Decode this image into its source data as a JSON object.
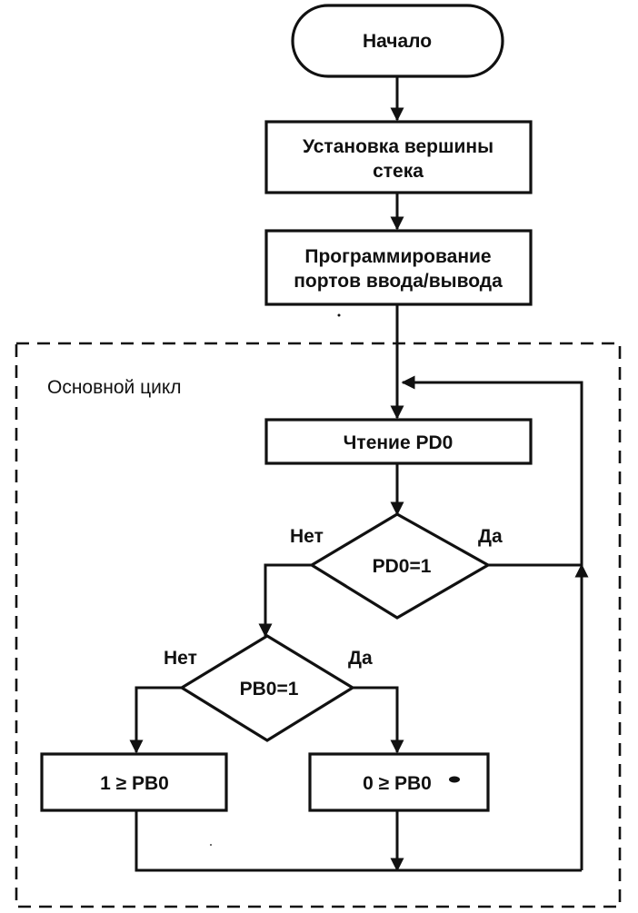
{
  "flowchart": {
    "start": "Начало",
    "init_stack": [
      "Установка вершины",
      "стека"
    ],
    "init_ports": [
      "Программирование",
      "портов ввода/вывода"
    ],
    "loop_label": "Основной цикл",
    "read_pd0": "Чтение PD0",
    "decision_pd0": "PD0=1",
    "decision_pd0_no": "Нет",
    "decision_pd0_yes": "Да",
    "decision_pb0": "PB0=1",
    "decision_pb0_no": "Нет",
    "decision_pb0_yes": "Да",
    "set_one": "1 ≥ PB0",
    "set_zero": "0 ≥ PB0"
  }
}
